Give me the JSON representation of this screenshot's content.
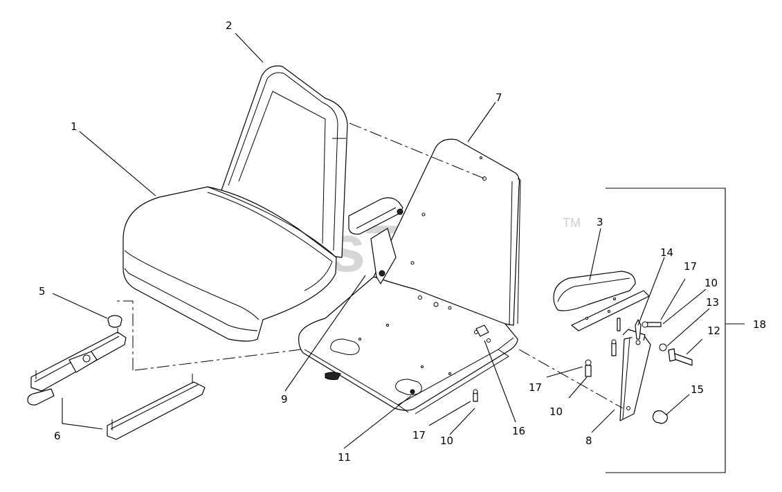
{
  "watermark": {
    "text": "PartsTree",
    "trademark": "TM"
  },
  "callouts": [
    "1",
    "2",
    "3",
    "5",
    "6",
    "7",
    "8",
    "9",
    "10",
    "10",
    "10",
    "10",
    "11",
    "12",
    "13",
    "14",
    "15",
    "16",
    "17",
    "17",
    "17",
    "18"
  ],
  "colors": {
    "line": "#000000",
    "background": "#ffffff",
    "watermark": "#cfcfcf"
  }
}
